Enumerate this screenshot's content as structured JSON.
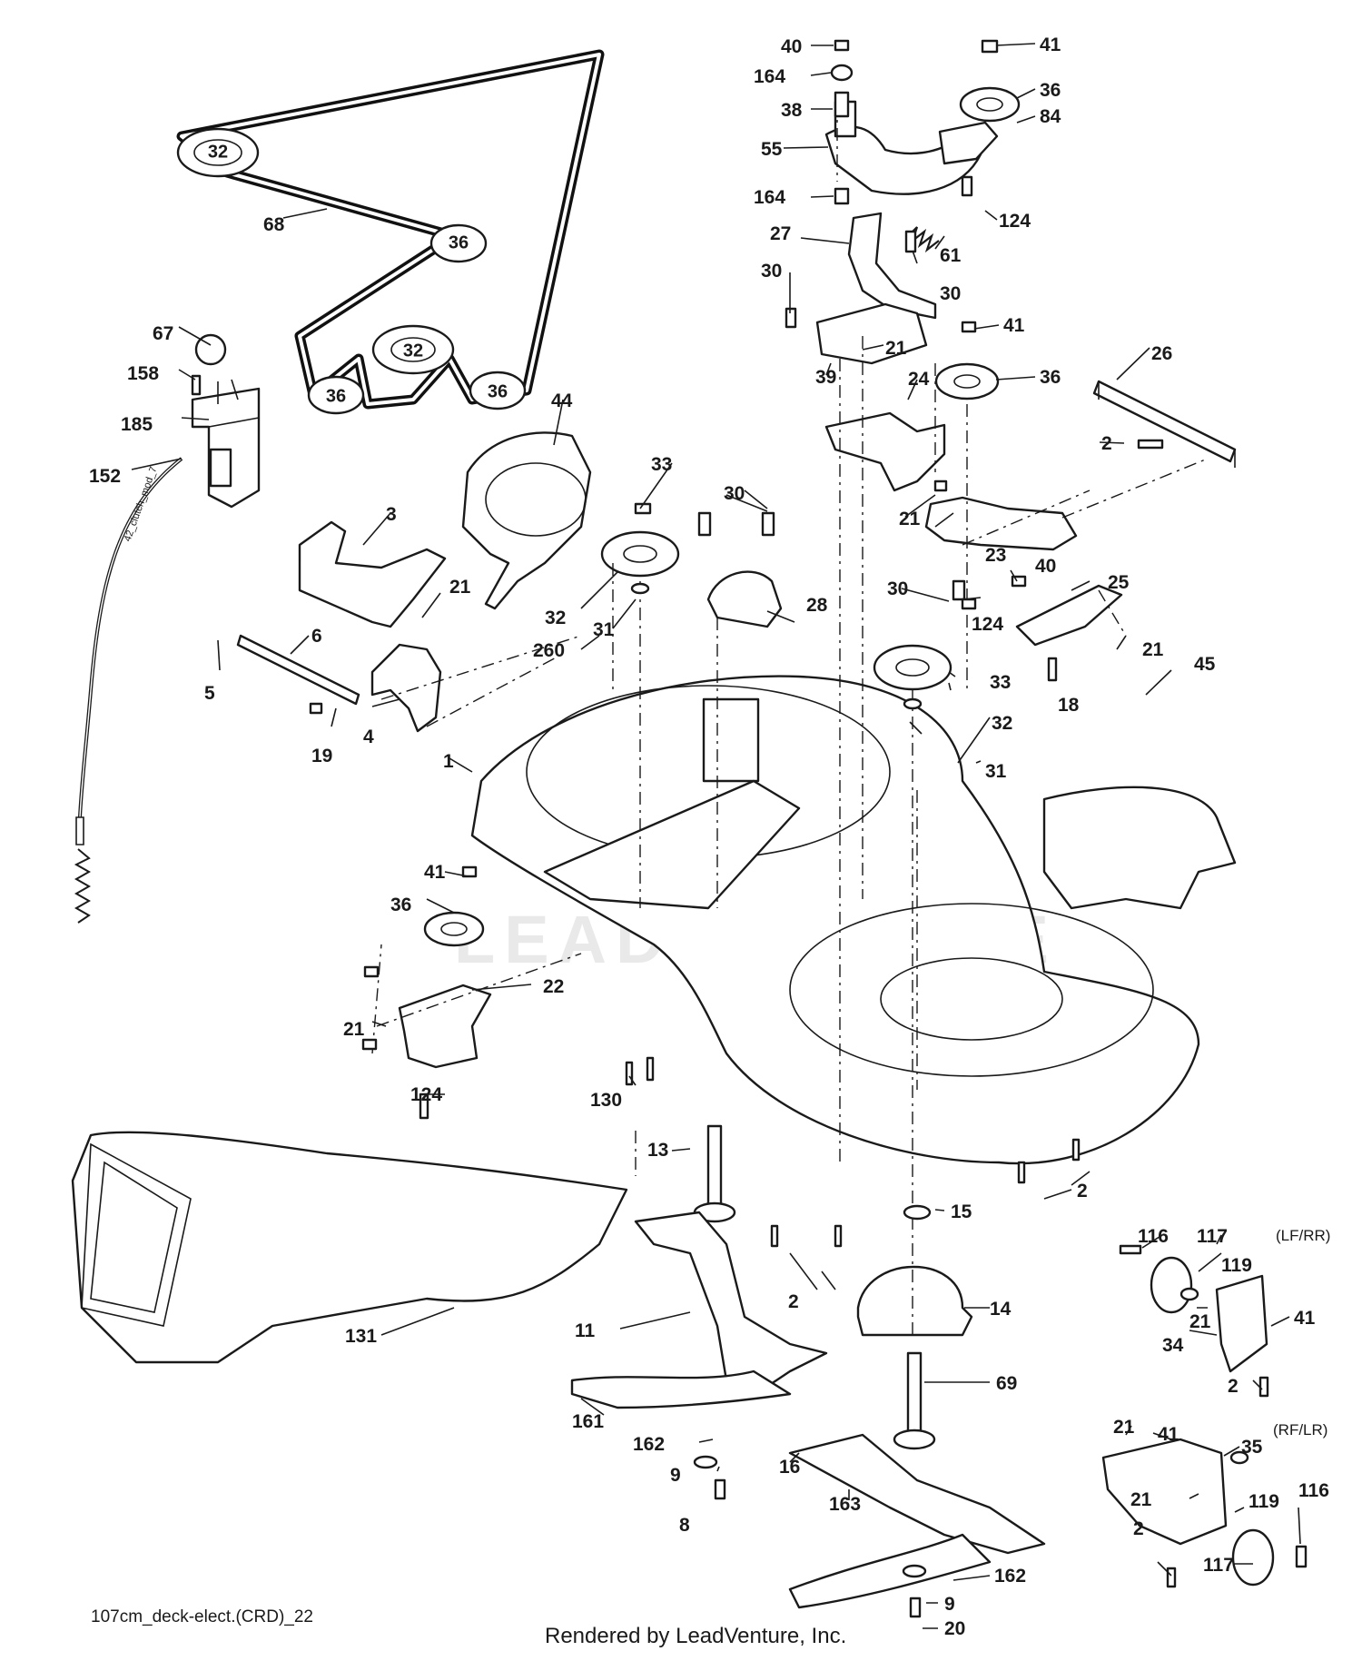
{
  "diagram": {
    "drawing_code": "107cm_deck-elect.(CRD)_22",
    "rendered_by": "Rendered by LeadVenture, Inc.",
    "watermark": "LEADVENTURE",
    "variant_labels": {
      "lf_rr": "(LF/RR)",
      "rf_lr": "(RF/LR)"
    },
    "cable_text": "42_clutch_mod_7",
    "belt_pulley_labels": [
      "32",
      "36",
      "32",
      "36",
      "36"
    ],
    "callouts": [
      "40",
      "164",
      "38",
      "55",
      "164",
      "41",
      "36",
      "84",
      "124",
      "27",
      "61",
      "30",
      "30",
      "21",
      "39",
      "41",
      "36",
      "24",
      "26",
      "2",
      "67",
      "158",
      "185",
      "152",
      "68",
      "44",
      "33",
      "30",
      "3",
      "21",
      "6",
      "5",
      "19",
      "4",
      "32",
      "31",
      "260",
      "28",
      "21",
      "23",
      "40",
      "25",
      "30",
      "124",
      "21",
      "18",
      "33",
      "32",
      "31",
      "45",
      "1",
      "41",
      "36",
      "22",
      "21",
      "124",
      "130",
      "13",
      "15",
      "2",
      "2",
      "14",
      "11",
      "161",
      "162",
      "9",
      "8",
      "69",
      "16",
      "163",
      "162",
      "9",
      "20",
      "131",
      "116",
      "117",
      "119",
      "21",
      "41",
      "34",
      "2",
      "21",
      "41",
      "35",
      "21",
      "119",
      "116",
      "2",
      "117"
    ]
  }
}
